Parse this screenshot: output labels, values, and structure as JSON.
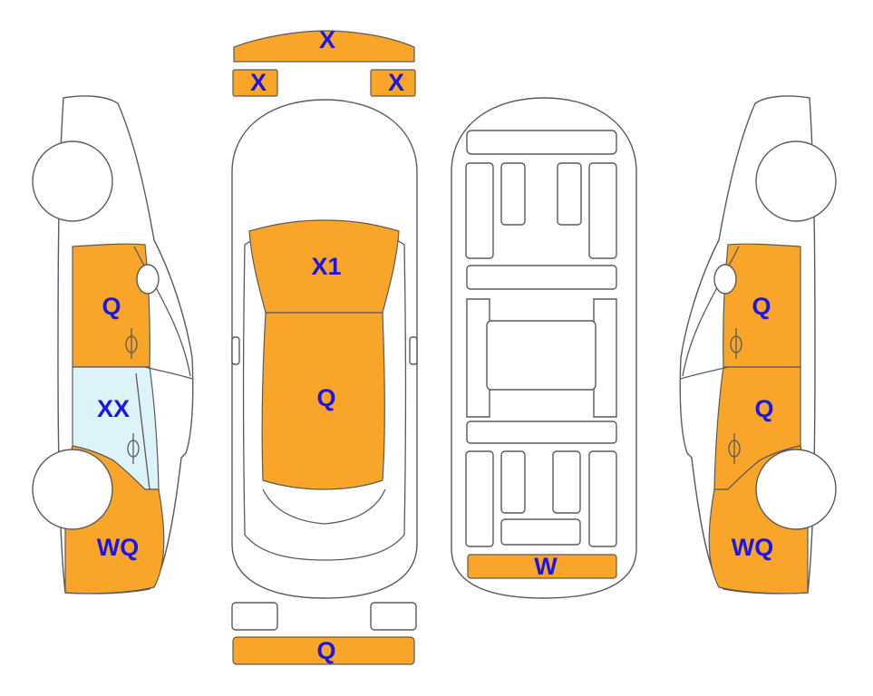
{
  "colors": {
    "painted": "#F9A52A",
    "replaced": "#DDF3FA",
    "outline": "#5A5A5A",
    "code_text": "#1A17E0",
    "background": "#FFFFFF"
  },
  "panels": {
    "front_bumper": "X",
    "front_left_corner": "X",
    "front_right_corner": "X",
    "hood": "X1",
    "roof": "Q",
    "rear_bumper": "Q",
    "trunk_floor": "W",
    "left_front_door": "Q",
    "left_rear_door": "XX",
    "left_rear_quarter": "WQ",
    "right_front_door": "Q",
    "right_rear_door": "Q",
    "right_rear_quarter": "WQ"
  }
}
